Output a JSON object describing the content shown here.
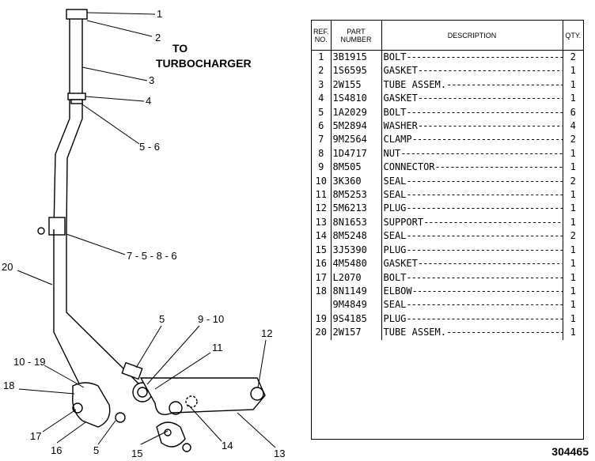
{
  "callouts": [
    "1",
    "2",
    "3",
    "4",
    "5 - 6",
    "7 - 5 - 8 - 6",
    "20",
    "5",
    "9 - 10",
    "11",
    "12",
    "10 - 19",
    "18",
    "17",
    "16",
    "5",
    "15",
    "14",
    "13"
  ],
  "turbo_label": [
    "TO",
    "TURBOCHARGER"
  ],
  "table": {
    "headers": {
      "ref": [
        "REF.",
        "NO."
      ],
      "part": [
        "PART",
        "NUMBER"
      ],
      "description": "DESCRIPTION",
      "qty": "QTY."
    },
    "rows": [
      {
        "ref": "1",
        "part": "3B1915",
        "desc": "BOLT",
        "qty": "2"
      },
      {
        "ref": "2",
        "part": "1S6595",
        "desc": "GASKET",
        "qty": "1"
      },
      {
        "ref": "3",
        "part": "2W155",
        "desc": "TUBE ASSEM.",
        "qty": "1"
      },
      {
        "ref": "4",
        "part": "1S4810",
        "desc": "GASKET",
        "qty": "1"
      },
      {
        "ref": "5",
        "part": "1A2029",
        "desc": "BOLT",
        "qty": "6"
      },
      {
        "ref": "6",
        "part": "5M2894",
        "desc": "WASHER",
        "qty": "4"
      },
      {
        "ref": "7",
        "part": "9M2564",
        "desc": "CLAMP",
        "qty": "2"
      },
      {
        "ref": "8",
        "part": "1D4717",
        "desc": "NUT",
        "qty": "1"
      },
      {
        "ref": "9",
        "part": "8M505",
        "desc": "CONNECTOR",
        "qty": "1"
      },
      {
        "ref": "10",
        "part": "3K360",
        "desc": "SEAL",
        "qty": "2"
      },
      {
        "ref": "11",
        "part": "8M5253",
        "desc": "SEAL",
        "qty": "1"
      },
      {
        "ref": "12",
        "part": "5M6213",
        "desc": "PLUG",
        "qty": "1"
      },
      {
        "ref": "13",
        "part": "8N1653",
        "desc": "SUPPORT",
        "qty": "1"
      },
      {
        "ref": "14",
        "part": "8M5248",
        "desc": "SEAL",
        "qty": "2"
      },
      {
        "ref": "15",
        "part": "3J5390",
        "desc": "PLUG",
        "qty": "1"
      },
      {
        "ref": "16",
        "part": "4M5480",
        "desc": "GASKET",
        "qty": "1"
      },
      {
        "ref": "17",
        "part": "L2070",
        "desc": "BOLT",
        "qty": "1"
      },
      {
        "ref": "18",
        "part": "8N1149",
        "desc": "ELBOW",
        "qty": "1"
      },
      {
        "ref": "",
        "part": "9M4849",
        "desc": "SEAL",
        "qty": "1"
      },
      {
        "ref": "19",
        "part": "9S4185",
        "desc": "PLUG",
        "qty": "1"
      },
      {
        "ref": "20",
        "part": "2W157",
        "desc": "TUBE ASSEM.",
        "qty": "1"
      }
    ]
  },
  "drawing_number": "304465"
}
